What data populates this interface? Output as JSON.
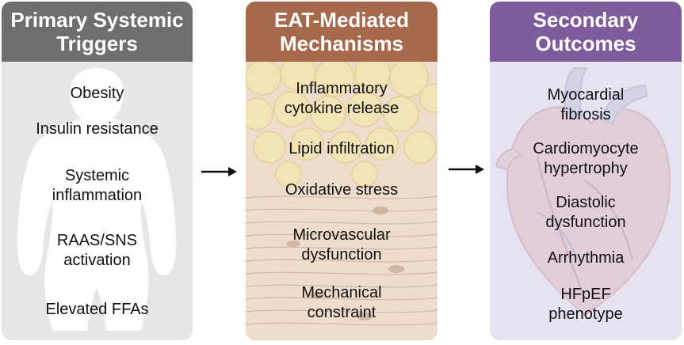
{
  "panels": {
    "triggers": {
      "title_lines": [
        "Primary Systemic",
        "Triggers"
      ],
      "items": [
        [
          "Obesity"
        ],
        [
          "Insulin resistance"
        ],
        [
          "Systemic",
          "inflammation"
        ],
        [
          "RAAS/SNS",
          "activation"
        ],
        [
          "Elevated FFAs"
        ]
      ]
    },
    "mechanisms": {
      "title_lines": [
        "EAT-Mediated",
        "Mechanisms"
      ],
      "items": [
        [
          "Inflammatory",
          "cytokine release"
        ],
        [
          "Lipid infiltration"
        ],
        [
          "Oxidative stress"
        ],
        [
          "Microvascular",
          "dysfunction"
        ],
        [
          "Mechanical",
          "constraint"
        ]
      ]
    },
    "outcomes": {
      "title_lines": [
        "Secondary",
        "Outcomes"
      ],
      "items": [
        [
          "Myocardial",
          "fibrosis"
        ],
        [
          "Cardiomyocyte",
          "hypertrophy"
        ],
        [
          "Diastolic",
          "dysfunction"
        ],
        [
          "Arrhythmia"
        ],
        [
          "HFpEF",
          "phenotype"
        ]
      ]
    }
  },
  "colors": {
    "triggers_header": "#6e6e6e",
    "triggers_body": "#e6e6e6",
    "mechanisms_header": "#a7694c",
    "mechanisms_body": "#eedccd",
    "outcomes_header": "#7e5b9b",
    "outcomes_body": "#e6e2f0",
    "arrow": "#111111"
  },
  "icons": {
    "triggers_background": "human-silhouette-icon",
    "mechanisms_background": "adipose-tissue-icon",
    "outcomes_background": "heart-icon",
    "flow_arrow": "arrow-right-icon"
  }
}
